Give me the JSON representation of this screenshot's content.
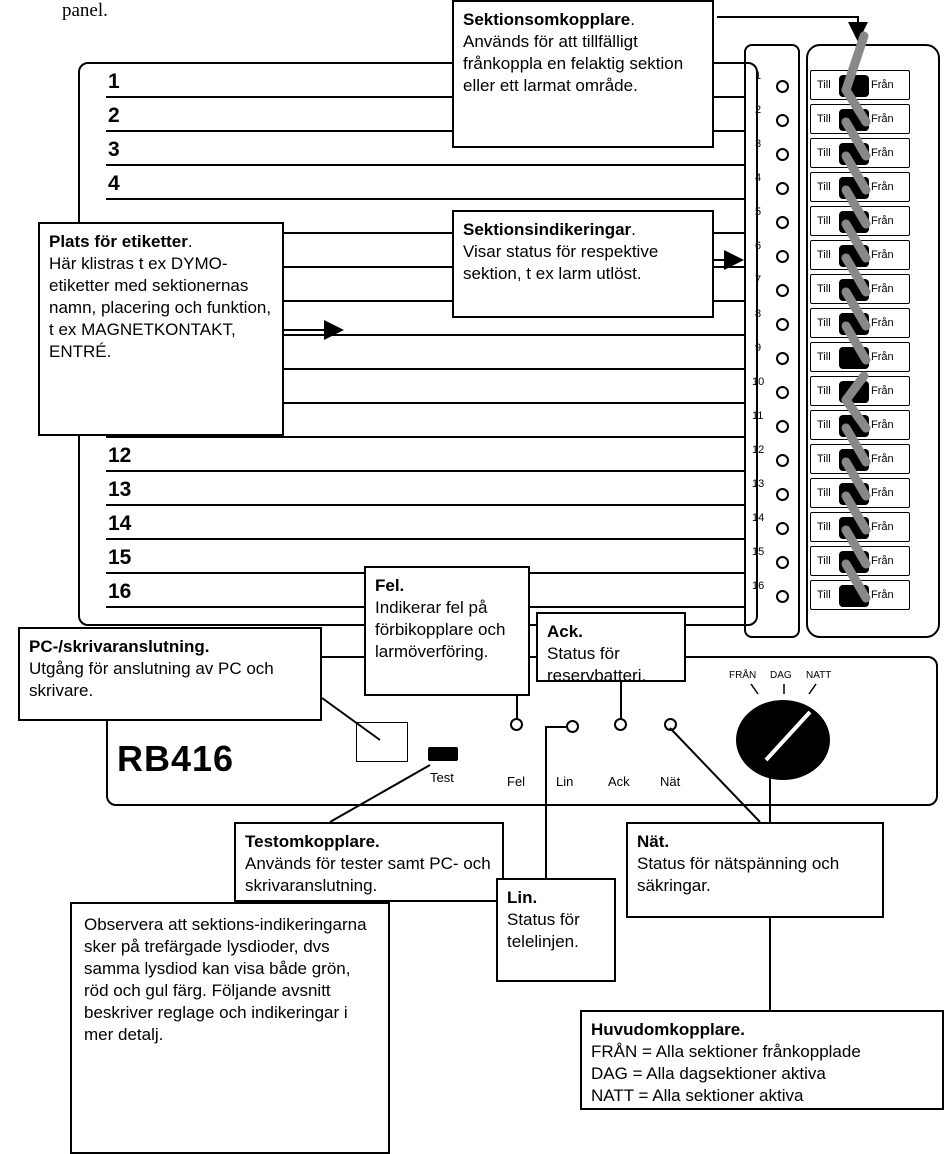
{
  "intro": {
    "text": "panel."
  },
  "rows": [
    "1",
    "2",
    "3",
    "4",
    "",
    "",
    "",
    "",
    "",
    "",
    "",
    "12",
    "13",
    "14",
    "15",
    "16"
  ],
  "led_numbers": [
    "1",
    "2",
    "3",
    "4",
    "5",
    "6",
    "7",
    "8",
    "9",
    "10",
    "11",
    "12",
    "13",
    "14",
    "15",
    "16"
  ],
  "switch": {
    "till": "Till",
    "fran": "Från"
  },
  "callouts": {
    "section_switch": {
      "title": "Sektionsomkopplare",
      "title_punct": ".",
      "body": "Används för att tillfälligt frånkoppla en felaktig sektion eller ett larmat område."
    },
    "labels": {
      "title": "Plats för etiketter",
      "title_punct": ".",
      "body": "Här klistras t ex DYMO-etiketter med sektionernas namn, placering och funktion, t ex MAGNETKONTAKT, ENTRÉ."
    },
    "indications": {
      "title": "Sektionsindikeringar",
      "title_punct": ".",
      "body": "Visar status för respektive sektion, t ex larm utlöst."
    },
    "fel": {
      "title": "Fel.",
      "body": "Indikerar fel på förbikopplare och larmöverföring."
    },
    "ack": {
      "title": "Ack.",
      "body": "Status för reservbatteri."
    },
    "pc": {
      "title": "PC-/skrivaranslutning.",
      "body": "Utgång för anslutning av PC och skrivare."
    },
    "test": {
      "title": "Testomkopplare.",
      "body": "Används för tester samt PC- och skrivaranslutning."
    },
    "nat": {
      "title": "Nät.",
      "body": "Status för nätspänning och säkringar."
    },
    "lin": {
      "title": "Lin.",
      "body": "Status för telelinjen."
    },
    "note": {
      "body": "Observera att sektions-indikeringarna sker på trefärgade lysdioder, dvs samma lysdiod kan visa både grön, röd och gul färg. Följande avsnitt beskriver reglage och indikeringar i mer detalj."
    },
    "main": {
      "title": "Huvudomkopplare.",
      "lines": [
        "FRÅN = Alla sektioner frånkopplade",
        "DAG = Alla dagsektioner aktiva",
        "NATT = Alla sektioner aktiva"
      ]
    }
  },
  "panel": {
    "model": "RB416",
    "buttons": {
      "test": "Test",
      "fel": "Fel",
      "lin": "Lin",
      "ack": "Ack",
      "nat": "Nät"
    },
    "mode_labels": {
      "fran": "FRÅN",
      "dag": "DAG",
      "natt": "NATT"
    }
  }
}
